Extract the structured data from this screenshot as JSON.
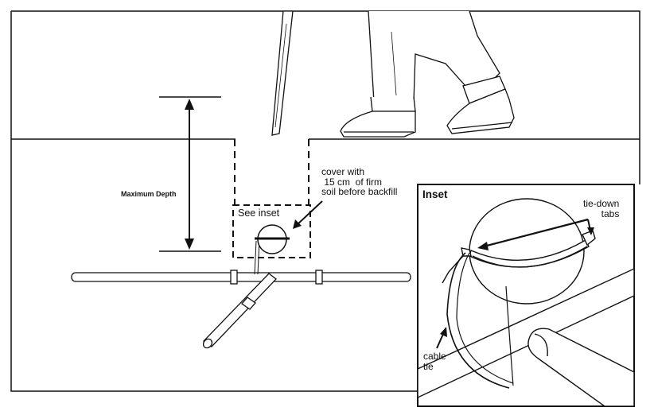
{
  "labels": {
    "maximum_depth": "Maximum Depth",
    "cover_note": "cover with\n 15 cm  of firm\nsoil before backfill",
    "see_inset": "See inset",
    "inset_title": "Inset",
    "tie_down_tabs": "tie-down\ntabs",
    "cable_tie": "cable\ntie"
  },
  "colors": {
    "line": "#111111",
    "background": "#ffffff"
  }
}
